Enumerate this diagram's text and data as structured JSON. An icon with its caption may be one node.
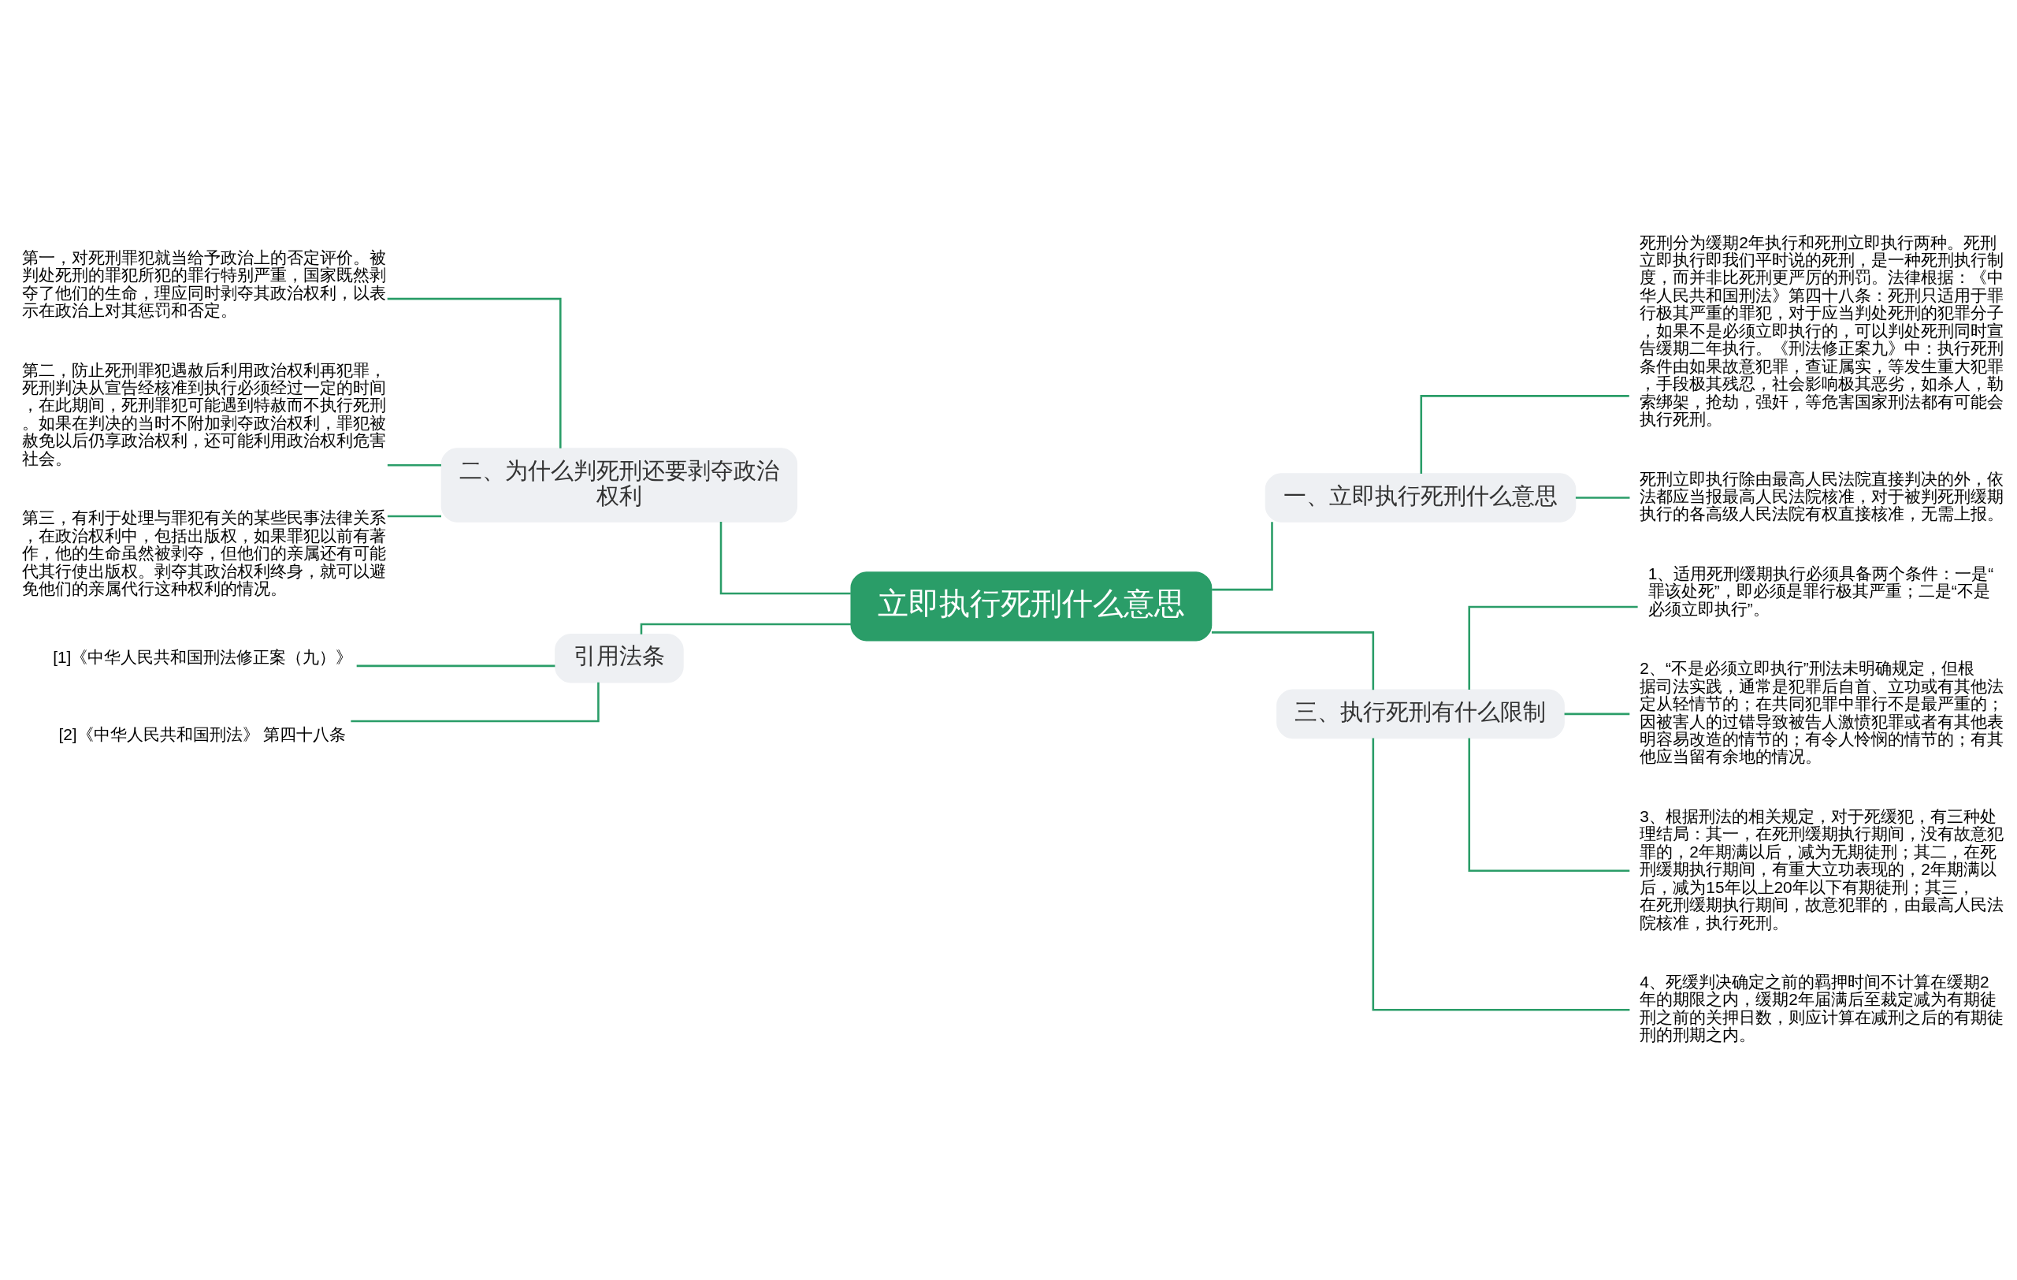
{
  "diagram": {
    "nodes": [
      {
        "text": [
          "立即执行死刑什么意思"
        ]
      },
      {
        "text": [
          "一、立即执行死刑什么意思"
        ]
      },
      {
        "text": [
          "死刑分为缓期2年执行和死刑立即执行两种。死刑立即执行即我们平时说的死刑，是一种死刑执行制度，而并非比死刑更严厉的刑罚。法律根据：《中华人民共和国刑法》第四十八条：死刑只适用于罪行极其严重的罪犯，对于应当判处死刑的犯罪分子，如果不是必须立即执行的，可以判处死刑同时宣告缓期二年执行。《刑法修正案九》中：执行死刑条件由如果故意犯罪，查证属实，等发生重大犯罪，手段极其残忍，社会影响极其恶劣，如杀人，勒索绑架，抢劫，强奸，等危害国家刑法都有可能会执行死刑。"
        ]
      },
      {
        "text": [
          "死刑立即执行除由最高人民法院直接判决的外，依法都应当报最高人民法院核准，对于被判死刑缓期执行的各高级人民法院有权直接核准，无需上报。"
        ]
      },
      {
        "text": [
          "三、执行死刑有什么限制"
        ]
      },
      {
        "text": [
          "1、适用死刑缓期执行必须具备两个条件：一是“罪该处死”，即必须是罪行极其严重；二是“不是必须立即执行”。"
        ]
      },
      {
        "text": [
          "2、“不是必须立即执行”刑法未明确规定，但根据司法实践，通常是犯罪后自首、立功或有其他法定从轻情节的；在共同犯罪中罪行不是最严重的；因被害人的过错导致被告人激愤犯罪或者有其他表明容易改造的情节的；有令人怜悯的情节的；有其他应当留有余地的情况。"
        ]
      },
      {
        "text": [
          "3、根据刑法的相关规定，对于死缓犯，有三种处理结局：其一，在死刑缓期执行期间，没有故意犯罪的，2年期满以后，减为无期徒刑；其二，在死刑缓期执行期间，有重大立功表现的，2年期满以后，减为15年以上20年以下有期徒刑；其三，在死刑缓期执行期间，故意犯罪的，由最高人民法院核准，执行死刑。"
        ]
      },
      {
        "text": [
          "4、死缓判决确定之前的羁押时间不计算在缓期2年的期限之内，缓期2年届满后至裁定减为有期徒刑之前的关押日数，则应计算在减刑之后的有期徒刑的刑期之内。"
        ]
      },
      {
        "text": [
          "二、为什么判死刑还要剥夺政治权利"
        ]
      },
      {
        "text": [
          "第一，对死刑罪犯就当给予政治上的否定评价。被判处死刑的罪犯所犯的罪行特别严重，国家既然剥夺了他们的生命，理应同时剥夺其政治权利，以表示在政治上对其惩罚和否定。"
        ]
      },
      {
        "text": [
          "第二，防止死刑罪犯遇赦后利用政治权利再犯罪，死刑判决从宣告经核准到执行必须经过一定的时间，在此期间，死刑罪犯可能遇到特赦而不执行死刑。如果在判决的当时不附加剥夺政治权利，罪犯被赦免以后仍享政治权利，还可能利用政治权利危害社会。"
        ]
      },
      {
        "text": [
          "第三，有利于处理与罪犯有关的某些民事法律关系，在政治权利中，包括出版权，如果罪犯以前有著作，他的生命虽然被剥夺，但他们的亲属还有可能代其行使出版权。剥夺其政治权利终身，就可以避免他们的亲属代行这种权利的情况。"
        ]
      },
      {
        "text": [
          "引用法条"
        ]
      },
      {
        "text": [
          "[1]《中华人民共和国刑法修正案（九）》"
        ]
      },
      {
        "text": [
          "[2]《中华人民共和国刑法》 第四十八条"
        ]
      }
    ],
    "edges": [
      {
        "from": 0,
        "to": 1,
        "arrow": "none"
      },
      {
        "from": 1,
        "to": 2,
        "arrow": "none"
      },
      {
        "from": 1,
        "to": 3,
        "arrow": "none"
      },
      {
        "from": 0,
        "to": 4,
        "arrow": "none"
      },
      {
        "from": 4,
        "to": 5,
        "arrow": "none"
      },
      {
        "from": 4,
        "to": 6,
        "arrow": "none"
      },
      {
        "from": 4,
        "to": 7,
        "arrow": "none"
      },
      {
        "from": 4,
        "to": 8,
        "arrow": "none"
      },
      {
        "from": 0,
        "to": 9,
        "arrow": "none"
      },
      {
        "from": 9,
        "to": 10,
        "arrow": "none"
      },
      {
        "from": 9,
        "to": 11,
        "arrow": "none"
      },
      {
        "from": 9,
        "to": 12,
        "arrow": "none"
      },
      {
        "from": 0,
        "to": 13,
        "arrow": "none"
      },
      {
        "from": 13,
        "to": 14,
        "arrow": "none"
      },
      {
        "from": 13,
        "to": 15,
        "arrow": "none"
      }
    ]
  }
}
